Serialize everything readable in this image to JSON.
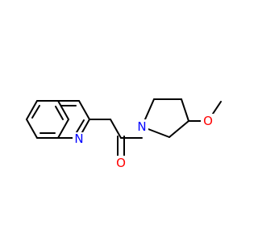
{
  "molecule": {
    "atoms": {
      "n_ring": {
        "label": "N",
        "color": "#0000ff"
      },
      "n_amide": {
        "label": "N",
        "color": "#0000ff"
      },
      "o_carbonyl": {
        "label": "O",
        "color": "#ff0000"
      },
      "o_methoxy": {
        "label": "O",
        "color": "#ff0000"
      }
    }
  }
}
